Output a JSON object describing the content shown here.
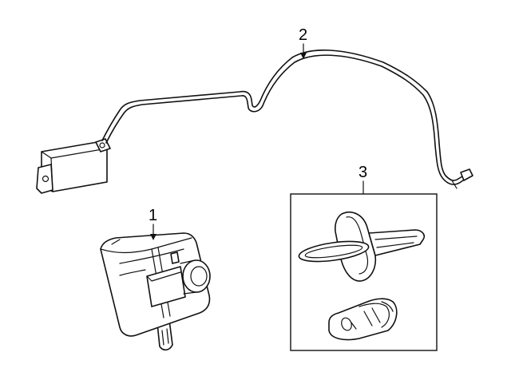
{
  "diagram": {
    "callouts": [
      {
        "id": "1",
        "label": "1"
      },
      {
        "id": "2",
        "label": "2"
      },
      {
        "id": "3",
        "label": "3"
      }
    ],
    "parts": [
      {
        "callout": "1",
        "icon": "ignition-module-icon"
      },
      {
        "callout": "2",
        "icon": "antenna-cable-icon"
      },
      {
        "callout": "3",
        "icon": "key-and-fob-icon"
      }
    ]
  }
}
